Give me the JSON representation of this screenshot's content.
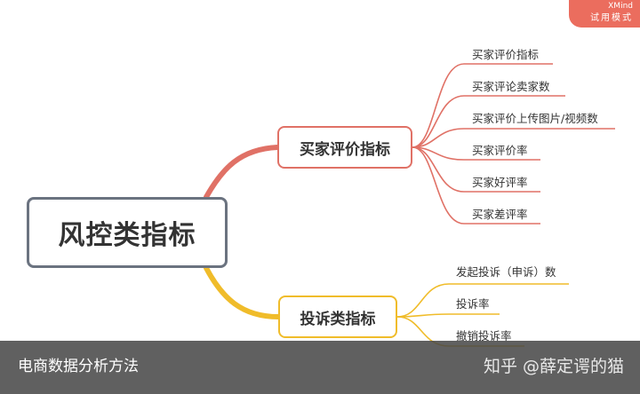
{
  "mindmap": {
    "root": "风控类指标",
    "branches": [
      {
        "label": "买家评价指标",
        "color": "#e07166",
        "leaves": [
          "买家评价指标",
          "买家评论卖家数",
          "买家评价上传图片/视频数",
          "买家评价率",
          "买家好评率",
          "买家差评率"
        ]
      },
      {
        "label": "投诉类指标",
        "color": "#f0bc2a",
        "leaves": [
          "发起投诉（申诉）数",
          "投诉率",
          "撤销投诉率"
        ]
      }
    ]
  },
  "badge": {
    "brand": "XMind",
    "mode": "试用模式",
    "color": "#eb6d5e"
  },
  "caption": {
    "title": "电商数据分析方法",
    "watermark": "知乎 @薛定谔的猫"
  }
}
